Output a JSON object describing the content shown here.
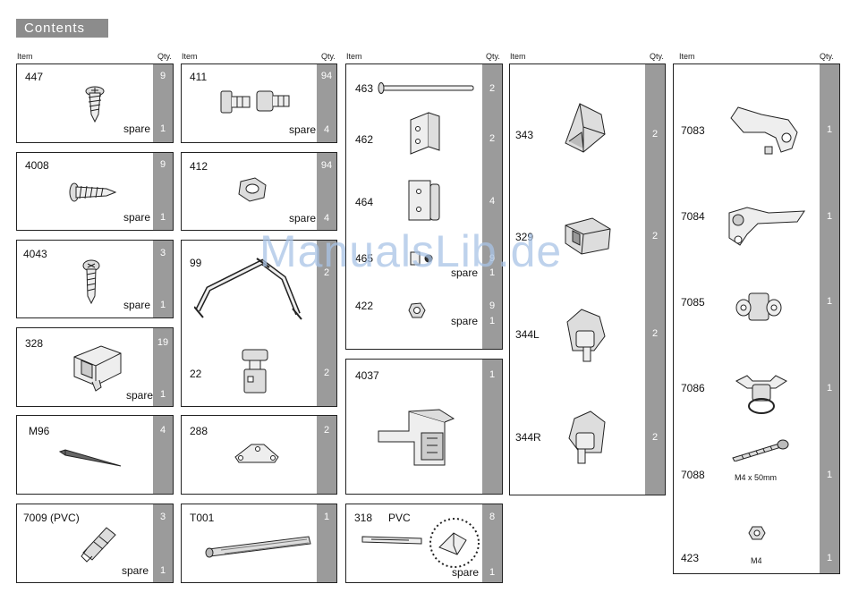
{
  "title": "Contents",
  "headers": {
    "col1_item": "Item",
    "col1_qty": "Qty.",
    "col2_item": "Item",
    "col2_qty": "Qty.",
    "col3_item": "Item",
    "col3_qty": "Qty.",
    "col4_item": "Item",
    "col4_qty": "Qty.",
    "col5_item": "Item",
    "col5_qty": "Qty."
  },
  "spare_label": "spare",
  "parts": {
    "p447": {
      "num": "447",
      "qty": "9",
      "spare_qty": "1"
    },
    "p4008": {
      "num": "4008",
      "qty": "9",
      "spare_qty": "1"
    },
    "p4043": {
      "num": "4043",
      "qty": "3",
      "spare_qty": "1"
    },
    "p328": {
      "num": "328",
      "qty": "19",
      "spare_qty": "1"
    },
    "pM96": {
      "num": "M96",
      "qty": "4"
    },
    "p7009": {
      "num": "7009 (PVC)",
      "qty": "3",
      "spare_qty": "1"
    },
    "p411": {
      "num": "411",
      "qty": "94",
      "spare_qty": "4"
    },
    "p412": {
      "num": "412",
      "qty": "94",
      "spare_qty": "4"
    },
    "p99": {
      "num": "99",
      "qty": "2"
    },
    "p22": {
      "num": "22",
      "qty": "2"
    },
    "p288": {
      "num": "288",
      "qty": "2"
    },
    "pT001": {
      "num": "T001",
      "qty": "1"
    },
    "p463": {
      "num": "463",
      "qty": "2"
    },
    "p462": {
      "num": "462",
      "qty": "2"
    },
    "p464": {
      "num": "464",
      "qty": "4"
    },
    "p465": {
      "num": "465",
      "qty": "9",
      "spare_qty": "1"
    },
    "p422": {
      "num": "422",
      "qty": "9",
      "spare_qty": "1"
    },
    "p4037": {
      "num": "4037",
      "qty": "1"
    },
    "p318": {
      "num": "318",
      "material": "PVC",
      "qty": "8",
      "spare_qty": "1"
    },
    "p343": {
      "num": "343",
      "qty": "2"
    },
    "p329": {
      "num": "329",
      "qty": "2"
    },
    "p344L": {
      "num": "344L",
      "qty": "2"
    },
    "p344R": {
      "num": "344R",
      "qty": "2"
    },
    "p7083": {
      "num": "7083",
      "qty": "1"
    },
    "p7084": {
      "num": "7084",
      "qty": "1"
    },
    "p7085": {
      "num": "7085",
      "qty": "1"
    },
    "p7086": {
      "num": "7086",
      "qty": "1"
    },
    "p7088": {
      "num": "7088",
      "qty": "1",
      "note": "M4 x 50mm"
    },
    "p423": {
      "num": "423",
      "qty": "1",
      "note": "M4"
    }
  },
  "watermark": "ManualsLib.de"
}
